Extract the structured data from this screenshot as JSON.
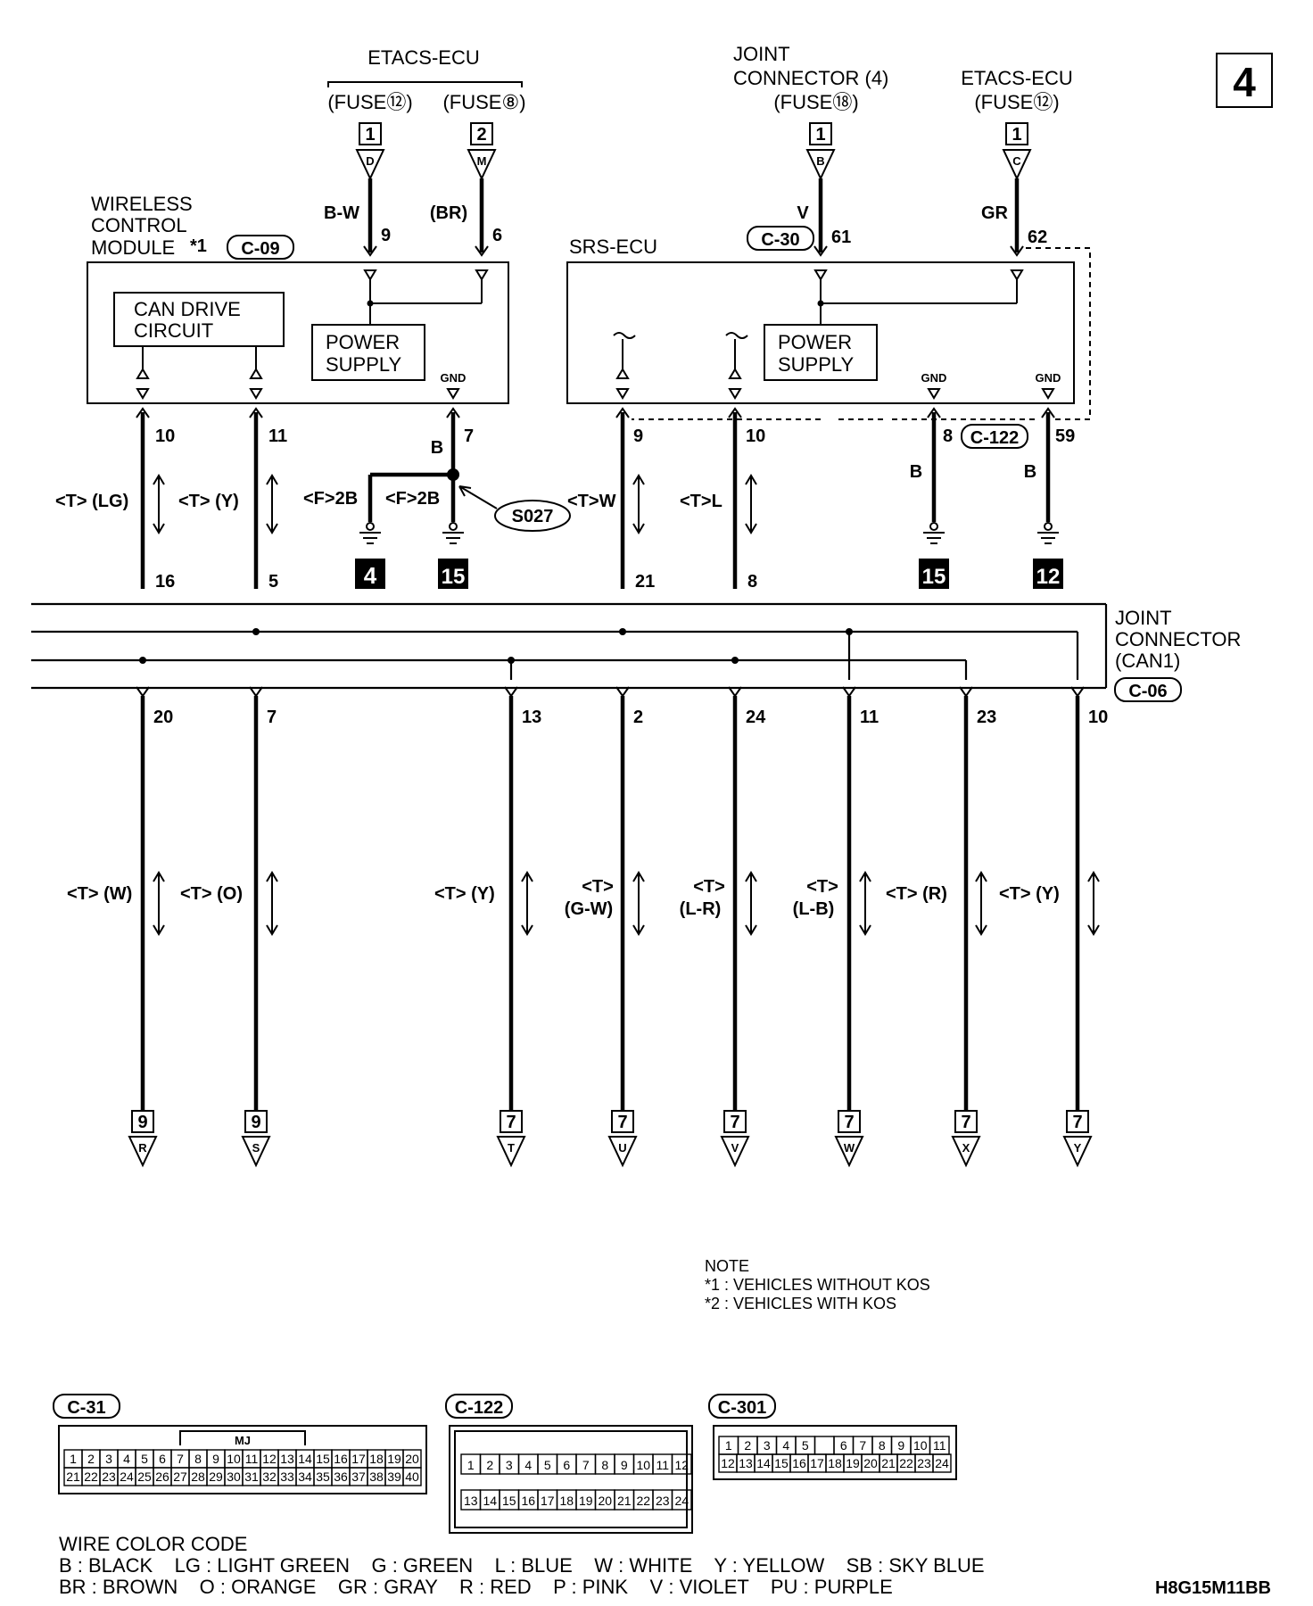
{
  "page_number": "4",
  "diagram_code": "H8G15M11BB",
  "top_sources": {
    "etacs_ecu_left": "ETACS-ECU",
    "fuse_12_left": "(FUSE⑫)",
    "fuse_8": "(FUSE⑧)",
    "joint_connector_4_line1": "JOINT",
    "joint_connector_4_line2": "CONNECTOR (4)",
    "fuse_18": "(FUSE⑱)",
    "etacs_ecu_right": "ETACS-ECU",
    "fuse_12_right": "(FUSE⑫)"
  },
  "inbound_refs": [
    {
      "page": "1",
      "letter": "D"
    },
    {
      "page": "2",
      "letter": "M"
    },
    {
      "page": "1",
      "letter": "B"
    },
    {
      "page": "1",
      "letter": "C"
    }
  ],
  "wireless_module": {
    "line1": "WIRELESS",
    "line2": "CONTROL",
    "line3": "MODULE",
    "star": "*1",
    "connector": "C-09",
    "can_drive_1": "CAN DRIVE",
    "can_drive_2": "CIRCUIT",
    "power_1": "POWER",
    "power_2": "SUPPLY",
    "gnd": "GND"
  },
  "srs_ecu": {
    "title": "SRS-ECU",
    "connector_top": "C-30",
    "connector_bottom": "C-122",
    "power_1": "POWER",
    "power_2": "SUPPLY",
    "gnd_1": "GND",
    "gnd_2": "GND"
  },
  "wire_colors_top": {
    "bw": "B-W",
    "br": "(BR)",
    "v": "V",
    "gr": "GR"
  },
  "pins": {
    "p9": "9",
    "p6": "6",
    "p61": "61",
    "p62": "62",
    "p10": "10",
    "p11": "11",
    "p7": "7",
    "p9b": "9",
    "p10b": "10",
    "p8": "8",
    "p59": "59",
    "p16": "16",
    "p5": "5",
    "p21": "21",
    "p8b": "8",
    "p20": "20",
    "p7b": "7",
    "p13": "13",
    "p2": "2",
    "p24": "24",
    "p11b": "11",
    "p23": "23",
    "p10c": "10"
  },
  "mid_labels": {
    "t_lg": "<T> (LG)",
    "t_y": "<T> (Y)",
    "b": "B",
    "f2b_1": "<F>2B",
    "f2b_2": "<F>2B",
    "splice": "S027",
    "t_w": "<T>W",
    "t_l": "<T>L",
    "b2": "B",
    "b3": "B"
  },
  "grounds": [
    "4",
    "15",
    "15",
    "12"
  ],
  "joint_can": {
    "line1": "JOINT",
    "line2": "CONNECTOR",
    "line3": "(CAN1)",
    "connector": "C-06"
  },
  "lower_labels": {
    "t_w": "<T> (W)",
    "t_o": "<T> (O)",
    "t_y1": "<T> (Y)",
    "t_gw_1": "<T>",
    "t_gw_2": "(G-W)",
    "t_lr_1": "<T>",
    "t_lr_2": "(L-R)",
    "t_lb_1": "<T>",
    "t_lb_2": "(L-B)",
    "t_r": "<T> (R)",
    "t_y2": "<T> (Y)"
  },
  "outbound_refs": [
    {
      "page": "9",
      "letter": "R"
    },
    {
      "page": "9",
      "letter": "S"
    },
    {
      "page": "7",
      "letter": "T"
    },
    {
      "page": "7",
      "letter": "U"
    },
    {
      "page": "7",
      "letter": "V"
    },
    {
      "page": "7",
      "letter": "W"
    },
    {
      "page": "7",
      "letter": "X"
    },
    {
      "page": "7",
      "letter": "Y"
    }
  ],
  "note": {
    "title": "NOTE",
    "l1": "*1 : VEHICLES WITHOUT KOS",
    "l2": "*2 : VEHICLES WITH KOS"
  },
  "connector_views": {
    "c31": "C-31",
    "c31_mark": "MJ",
    "c31_row1": [
      "1",
      "2",
      "3",
      "4",
      "5",
      "6",
      "7",
      "8",
      "9",
      "10",
      "11",
      "12",
      "13",
      "14",
      "15",
      "16",
      "17",
      "18",
      "19",
      "20"
    ],
    "c31_row2": [
      "21",
      "22",
      "23",
      "24",
      "25",
      "26",
      "27",
      "28",
      "29",
      "30",
      "31",
      "32",
      "33",
      "34",
      "35",
      "36",
      "37",
      "38",
      "39",
      "40"
    ],
    "c122": "C-122",
    "c122_row1": [
      "1",
      "2",
      "3",
      "4",
      "5",
      "6",
      "7",
      "8",
      "9",
      "10",
      "11",
      "12"
    ],
    "c122_row2": [
      "13",
      "14",
      "15",
      "16",
      "17",
      "18",
      "19",
      "20",
      "21",
      "22",
      "23",
      "24"
    ],
    "c301": "C-301",
    "c301_row1": [
      "1",
      "2",
      "3",
      "4",
      "5",
      "",
      "6",
      "7",
      "8",
      "9",
      "10",
      "11"
    ],
    "c301_row2": [
      "12",
      "13",
      "14",
      "15",
      "16",
      "17",
      "18",
      "19",
      "20",
      "21",
      "22",
      "23",
      "24"
    ]
  },
  "wire_color_code": {
    "title": "WIRE COLOR CODE",
    "row1": "B : BLACK    LG : LIGHT GREEN    G : GREEN    L : BLUE    W : WHITE    Y : YELLOW    SB : SKY BLUE",
    "row2": "BR : BROWN    O : ORANGE    GR : GRAY    R : RED    P : PINK    V : VIOLET    PU : PURPLE"
  }
}
